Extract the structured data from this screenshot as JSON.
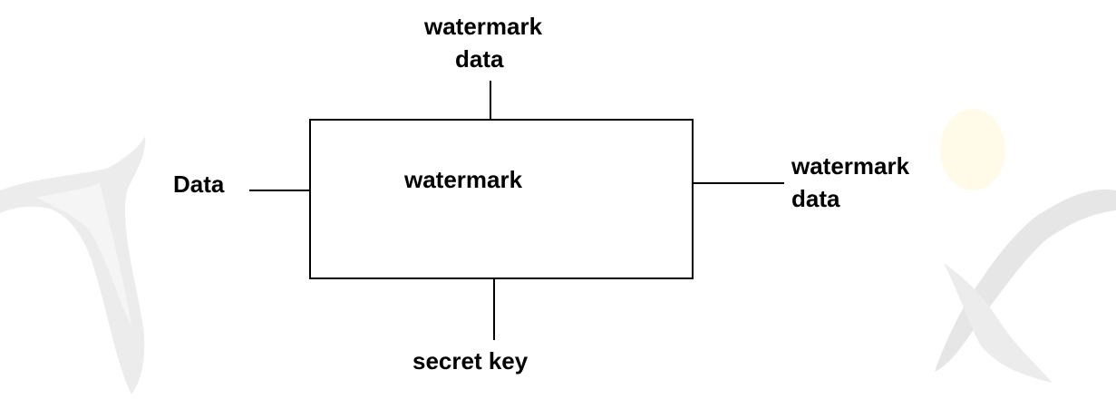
{
  "diagram": {
    "top_input_label": [
      "watermark",
      "data"
    ],
    "left_input_label": "Data",
    "box_label": "watermark",
    "right_output_label": [
      "watermark",
      "data"
    ],
    "bottom_input_label": "secret key"
  },
  "colors": {
    "ink": "#000000",
    "background": "#ffffff",
    "ghost_figure": "#e7e7e7",
    "ghost_highlight": "#fff8dc"
  }
}
